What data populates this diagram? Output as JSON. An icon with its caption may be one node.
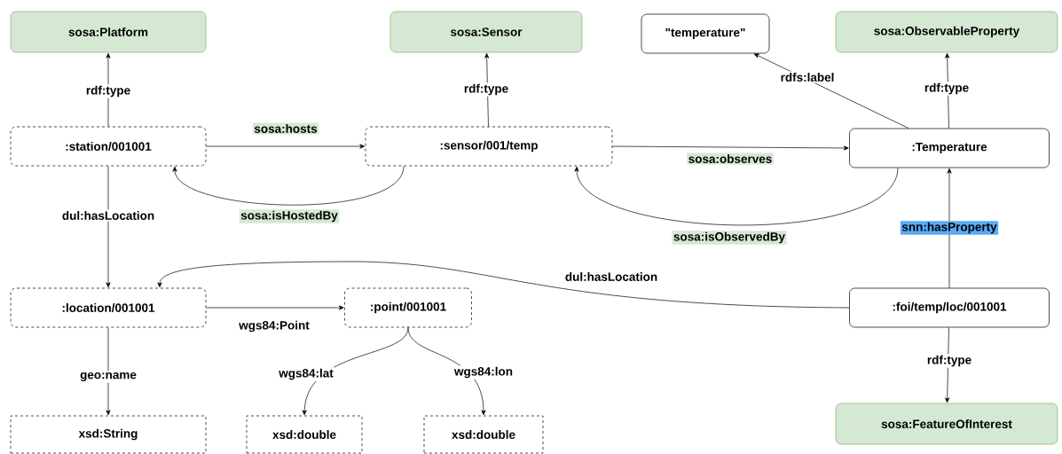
{
  "diagram": {
    "nodes": [
      {
        "text": [
          "sosa:Platform"
        ]
      },
      {
        "text": [
          "sosa:Sensor"
        ]
      },
      {
        "text": [
          "\"temperature\""
        ]
      },
      {
        "text": [
          "sosa:ObservableProperty"
        ]
      },
      {
        "text": [
          ":station/001001"
        ]
      },
      {
        "text": [
          ":sensor/001/temp"
        ]
      },
      {
        "text": [
          ":Temperature"
        ]
      },
      {
        "text": [
          ":location/001001"
        ]
      },
      {
        "text": [
          ":point/001001"
        ]
      },
      {
        "text": [
          ":foi/temp/loc/001001"
        ]
      },
      {
        "text": [
          "xsd:String"
        ]
      },
      {
        "text": [
          "xsd:double"
        ]
      },
      {
        "text": [
          "xsd:double"
        ]
      },
      {
        "text": [
          "sosa:FeatureOfInterest"
        ]
      }
    ],
    "edges": [
      {
        "from": 4,
        "to": 0,
        "arrow": "to",
        "label": "rdf:type"
      },
      {
        "from": 5,
        "to": 1,
        "arrow": "to",
        "label": "rdf:type"
      },
      {
        "from": 6,
        "to": 2,
        "arrow": "to",
        "label": "rdfs:label"
      },
      {
        "from": 6,
        "to": 3,
        "arrow": "to",
        "label": "rdf:type"
      },
      {
        "from": 4,
        "to": 5,
        "arrow": "to",
        "label": "sosa:hosts"
      },
      {
        "from": 5,
        "to": 4,
        "arrow": "to",
        "label": "sosa:isHostedBy"
      },
      {
        "from": 5,
        "to": 6,
        "arrow": "to",
        "label": "sosa:observes"
      },
      {
        "from": 6,
        "to": 5,
        "arrow": "to",
        "label": "sosa:isObservedBy"
      },
      {
        "from": 4,
        "to": 7,
        "arrow": "to",
        "label": "dul:hasLocation"
      },
      {
        "from": 9,
        "to": 6,
        "arrow": "to",
        "label": "snn:hasProperty"
      },
      {
        "from": 9,
        "to": 7,
        "arrow": "to",
        "label": "dul:hasLocation"
      },
      {
        "from": 7,
        "to": 8,
        "arrow": "to",
        "label": "wgs84:Point"
      },
      {
        "from": 7,
        "to": 10,
        "arrow": "to",
        "label": "geo:name"
      },
      {
        "from": 8,
        "to": 11,
        "arrow": "to",
        "label": "wgs84:lat"
      },
      {
        "from": 8,
        "to": 12,
        "arrow": "to",
        "label": "wgs84:lon"
      },
      {
        "from": 9,
        "to": 13,
        "arrow": "to",
        "label": "rdf:type"
      }
    ]
  }
}
